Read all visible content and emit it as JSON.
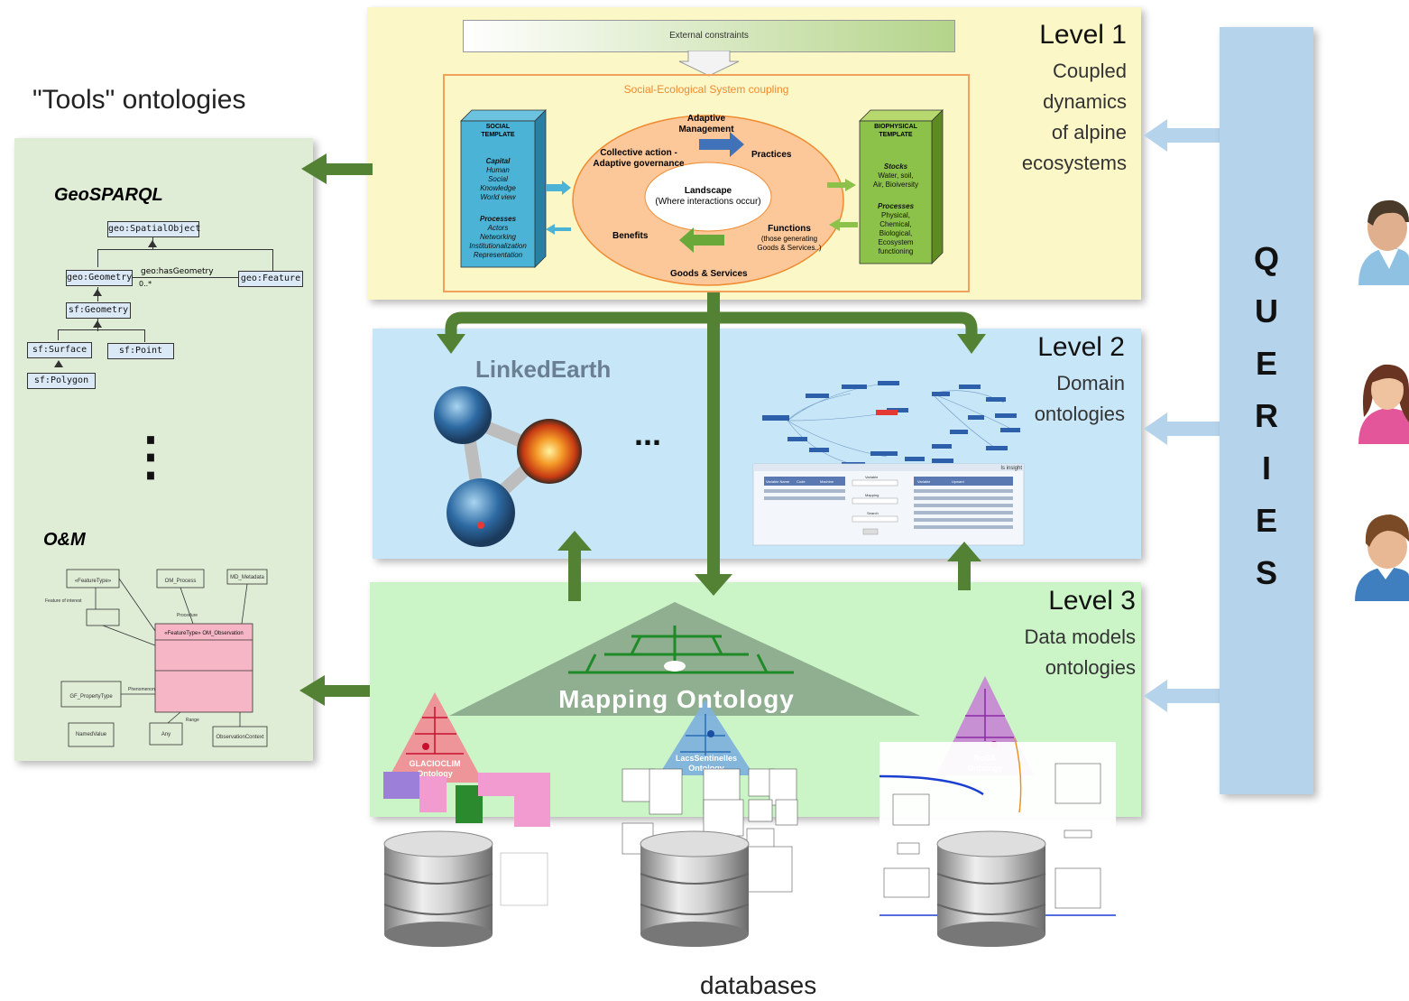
{
  "tools": {
    "heading": "\"Tools\" ontologies",
    "geosparql_title": "GeoSPARQL",
    "om_title": "O&M",
    "uml": {
      "spatial_object": "geo:SpatialObject",
      "geometry": "geo:Geometry",
      "feature": "geo:Feature",
      "has_geometry": "geo:hasGeometry",
      "multiplicity": "0..*",
      "sf_geometry": "sf:Geometry",
      "sf_surface": "sf:Surface",
      "sf_point": "sf:Point",
      "sf_polygon": "sf:Polygon"
    },
    "om_diagram": {
      "observation_title": "«FeatureType» OM_Observation",
      "process_label": "OM_Process",
      "metadata_label": "MD_Metadata",
      "property_label": "GF_PropertyType",
      "named_value": "NamedValue",
      "any_label": "Any",
      "observation_context": "ObservationContext",
      "feature_type": "«FeatureType»",
      "feature_of_interest": "Feature of interest",
      "procedure": "Procedure",
      "observed_property": "Phenomenon",
      "result": "Range"
    }
  },
  "level1": {
    "title": "Level 1",
    "subtitle_lines": [
      "Coupled",
      "dynamics",
      "of alpine",
      "ecosystems"
    ],
    "external_constraints": "External constraints",
    "coupling_title": "Social-Ecological System coupling",
    "social_template": [
      "SOCIAL",
      "TEMPLATE"
    ],
    "social_capital_head": "Capital",
    "social_capital": [
      "Human",
      "Social",
      "Knowledge",
      "World view"
    ],
    "social_processes_head": "Processes",
    "social_processes": [
      "Actors",
      "Networking",
      "Institutionalization",
      "Representation"
    ],
    "biophysical_template": [
      "BIOPHYSICAL",
      "TEMPLATE"
    ],
    "stocks_head": "Stocks",
    "stocks": [
      "Water, soil,",
      "Air, Bioiversity"
    ],
    "bio_processes_head": "Processes",
    "bio_processes": [
      "Physical,",
      "Chemical,",
      "Biological,",
      "Ecosystem",
      "functioning"
    ],
    "adaptive_management": [
      "Adaptive",
      "Management"
    ],
    "collective_action": [
      "Collective action -",
      "Adaptive governance"
    ],
    "practices": "Practices",
    "landscape": "Landscape",
    "landscape_sub": "(Where interactions occur)",
    "benefits": "Benefits",
    "functions": "Functions",
    "functions_sub": [
      "(those generating",
      "Goods & Services..)"
    ],
    "goods_services": "Goods & Services"
  },
  "level2": {
    "title": "Level 2",
    "subtitle_lines": [
      "Domain",
      "ontologies"
    ],
    "linkedearth": "LinkedEarth",
    "ellipsis": "...",
    "viz_caption": "Is insight",
    "table_headers": [
      "Variable Name",
      "Code",
      "Machine",
      "Variable",
      "Mapping",
      "Search",
      "Variable",
      "Upward"
    ]
  },
  "level3": {
    "title": "Level 3",
    "subtitle_lines": [
      "Data models",
      "ontologies"
    ],
    "mapping_ontology": "Mapping Ontology",
    "glacioclim": [
      "GLACIOCLIM",
      "Ontology"
    ],
    "lacs": [
      "LacsSentinelles",
      "Ontology"
    ],
    "rosa": [
      "RoSA",
      "Ontology"
    ]
  },
  "vertical_ellipsis": "⋮",
  "queries": {
    "letters": [
      "Q",
      "U",
      "E",
      "R",
      "I",
      "E",
      "S"
    ]
  },
  "users": [
    {
      "icon": "user-man-icon"
    },
    {
      "icon": "user-woman-icon"
    },
    {
      "icon": "user-man-2-icon"
    }
  ],
  "databases_label": "databases",
  "colors": {
    "level1_bg": "#fbf7c6",
    "level2_bg": "#c7e6f7",
    "level3_bg": "#cbf5c7",
    "tools_bg": "#dfecd6",
    "queries_bg": "#b5d3ea",
    "arrow_green": "#548235",
    "arrow_blue": "#b5d3ea"
  }
}
